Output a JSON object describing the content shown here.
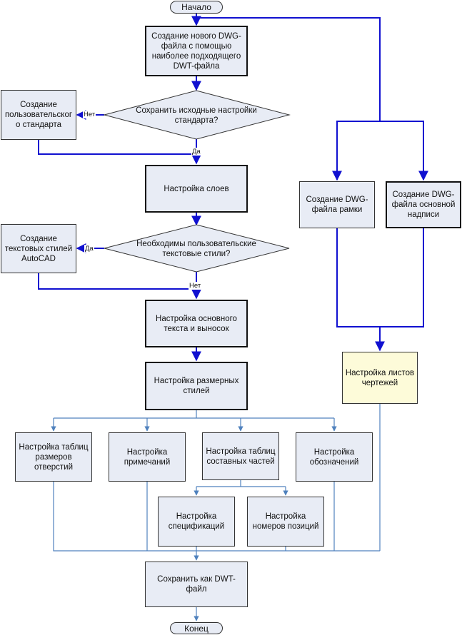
{
  "start": "Начало",
  "end": "Конец",
  "nodes": {
    "create_dwg": "Создание нового DWG-файла с помощью наиболее подходящего DWT-файла",
    "decision_standard": [
      "Сохранить исходные настройки",
      "стандарта?"
    ],
    "custom_standard": "Создание пользовательског о стандарта",
    "layers": "Настройка слоев",
    "decision_textstyles": [
      "Необходимы пользовательские",
      "текстовые стили?"
    ],
    "text_styles": "Создание текстовых стилей AutoCAD",
    "main_text": "Настройка основного текста и выносок",
    "dim_styles": "Настройка размерных стилей",
    "holes_table": "Настройка таблиц размеров отверстий",
    "notes": "Настройка примечаний",
    "parts_table": "Настройка таблиц составных частей",
    "symbols": "Настройка обозначений",
    "specs": "Настройка спецификаций",
    "positions": "Настройка номеров позиций",
    "save_dwt": "Сохранить как DWT-файл",
    "frame_dwg": "Создание DWG-файла рамки",
    "title_block_dwg": "Создание DWG-файла основной надписи",
    "sheets": "Настройка листов чертежей"
  },
  "labels": {
    "no_1": "Нет",
    "yes_1": "Да",
    "yes_2": "Да",
    "no_2": "Нет"
  },
  "colors": {
    "main_flow": "#1010d0",
    "branch_flow": "#4f81bd",
    "node_fill": "#e8ecf5",
    "highlight_fill": "#fdfbd9"
  }
}
